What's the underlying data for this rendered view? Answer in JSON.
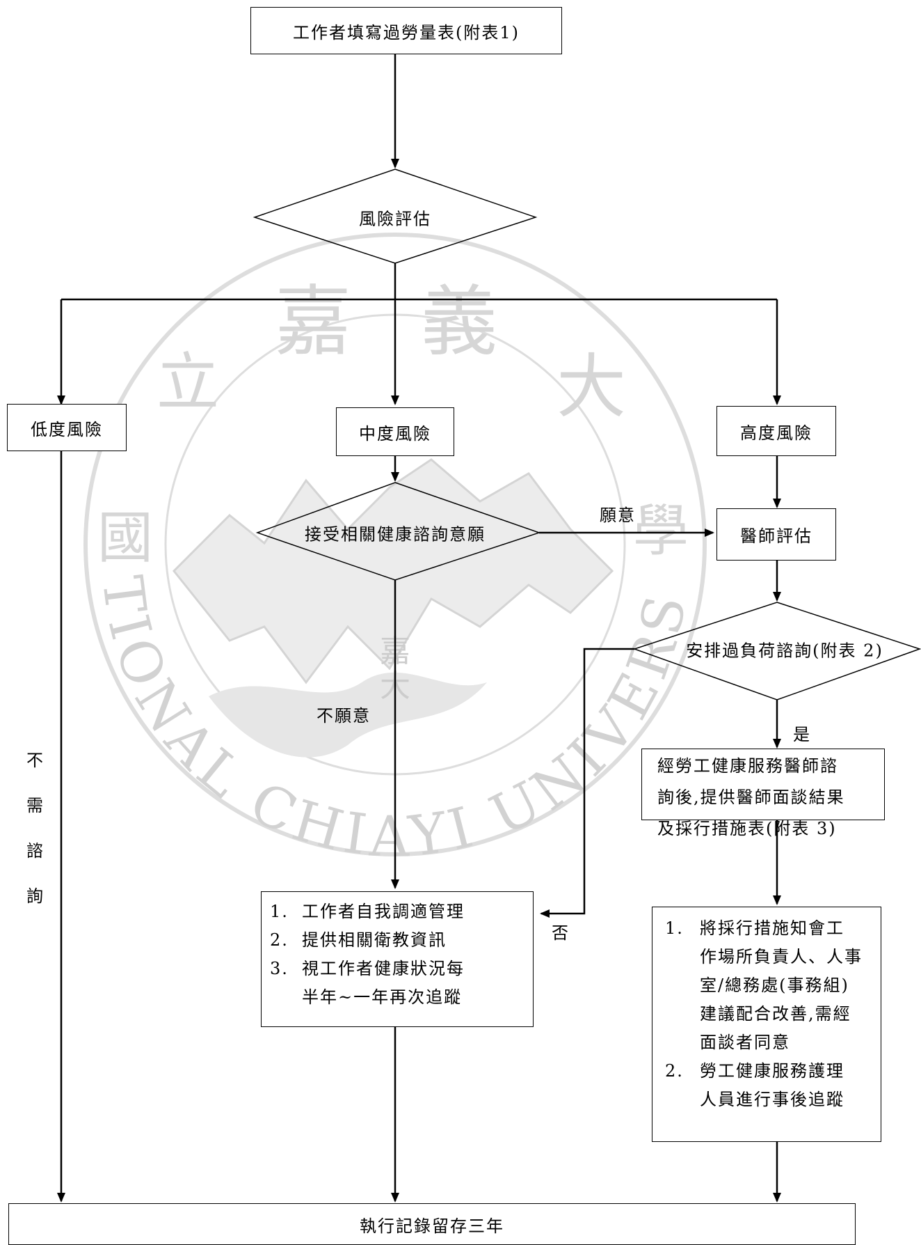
{
  "nodes": {
    "start": "工作者填寫過勞量表(附表1)",
    "risk_assessment": "風險評估",
    "low_risk": "低度風險",
    "medium_risk": "中度風險",
    "high_risk": "高度風險",
    "consult_willingness": "接受相關健康諮詢意願",
    "doctor_assessment": "醫師評估",
    "arrange_consult": "安排過負荷諮詢(附表 2)",
    "doctor_result": "經勞工健康服務醫師諮詢後,提供醫師面談結果及採行措施表(附表 3)",
    "doctor_result_lines": [
      "經勞工健康服務醫師諮",
      "詢後,提供醫師面談結果",
      "及採行措施表(附表 3)"
    ],
    "final": "執行記錄留存三年"
  },
  "medium_actions": [
    {
      "num": "1.",
      "lines": [
        "工作者自我調適管理"
      ]
    },
    {
      "num": "2.",
      "lines": [
        "提供相關衛教資訊"
      ]
    },
    {
      "num": "3.",
      "lines": [
        "視工作者健康狀況每",
        "半年~一年再次追蹤"
      ]
    }
  ],
  "high_actions": [
    {
      "num": "1.",
      "lines": [
        "將採行措施知會工",
        "作場所負責人、人事",
        "室/總務處(事務組)",
        "建議配合改善,需經",
        "面談者同意"
      ]
    },
    {
      "num": "2.",
      "lines": [
        "勞工健康服務護理",
        "人員進行事後追蹤"
      ]
    }
  ],
  "edge_labels": {
    "willing": "願意",
    "unwilling": "不願意",
    "yes": "是",
    "no": "否",
    "no_consult_chars": [
      "不",
      "需",
      "諮",
      "詢"
    ]
  },
  "watermark": {
    "chars": [
      "國",
      "立",
      "嘉",
      "義",
      "大",
      "學"
    ],
    "center_chars": [
      "嘉",
      "大"
    ],
    "english": "NATIONAL CHIAYI UNIVERSITY",
    "color": "#d0d0d0"
  }
}
